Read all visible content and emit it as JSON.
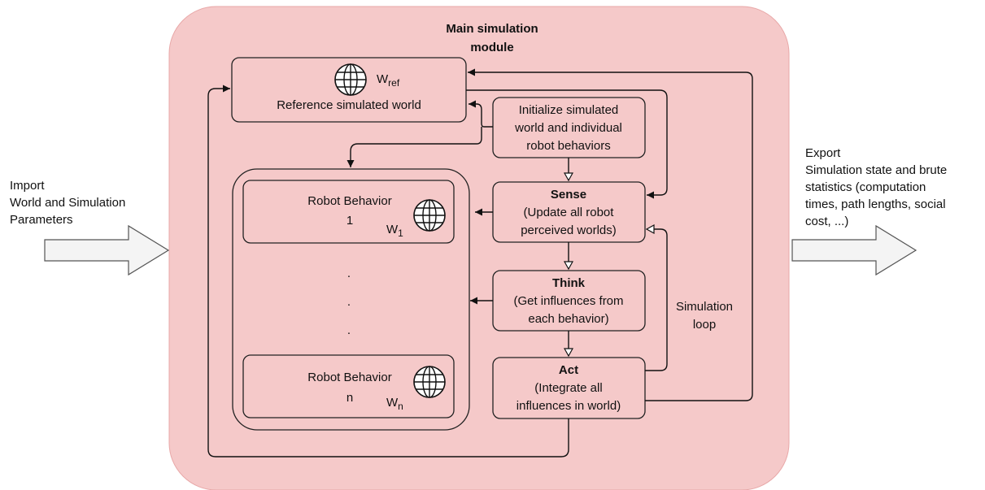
{
  "colors": {
    "module_fill": "#f5c9c9",
    "module_stroke": "#e7a2a2",
    "box_fill": "#f5c9c9",
    "stroke": "#222222"
  },
  "module": {
    "title_line1": "Main simulation",
    "title_line2": "module"
  },
  "reference": {
    "symbol": "W",
    "subscript": "ref",
    "label": "Reference simulated world",
    "icon": "globe-icon"
  },
  "init": {
    "line1": "Initialize simulated",
    "line2": "world and individual",
    "line3": "robot behaviors"
  },
  "sense": {
    "title": "Sense",
    "line1": "(Update all robot",
    "line2": "perceived worlds)"
  },
  "think": {
    "title": "Think",
    "line1": "(Get influences from",
    "line2": "each behavior)"
  },
  "act": {
    "title": "Act",
    "line1": "(Integrate all",
    "line2": "influences in world)"
  },
  "robots": [
    {
      "label": "Robot Behavior",
      "index": "1",
      "symbol": "W",
      "subscript": "1",
      "icon": "globe-icon"
    },
    {
      "label": "Robot Behavior",
      "index": "n",
      "symbol": "W",
      "subscript": "n",
      "icon": "globe-icon"
    }
  ],
  "ellipsis": ".",
  "loop": {
    "line1": "Simulation",
    "line2": "loop"
  },
  "import": {
    "line1": "Import",
    "line2": "World and Simulation",
    "line3": "Parameters"
  },
  "export": {
    "line1": "Export",
    "line2": "Simulation state and brute",
    "line3": "statistics (computation",
    "line4": "times, path lengths, social",
    "line5": "cost, ...)"
  }
}
